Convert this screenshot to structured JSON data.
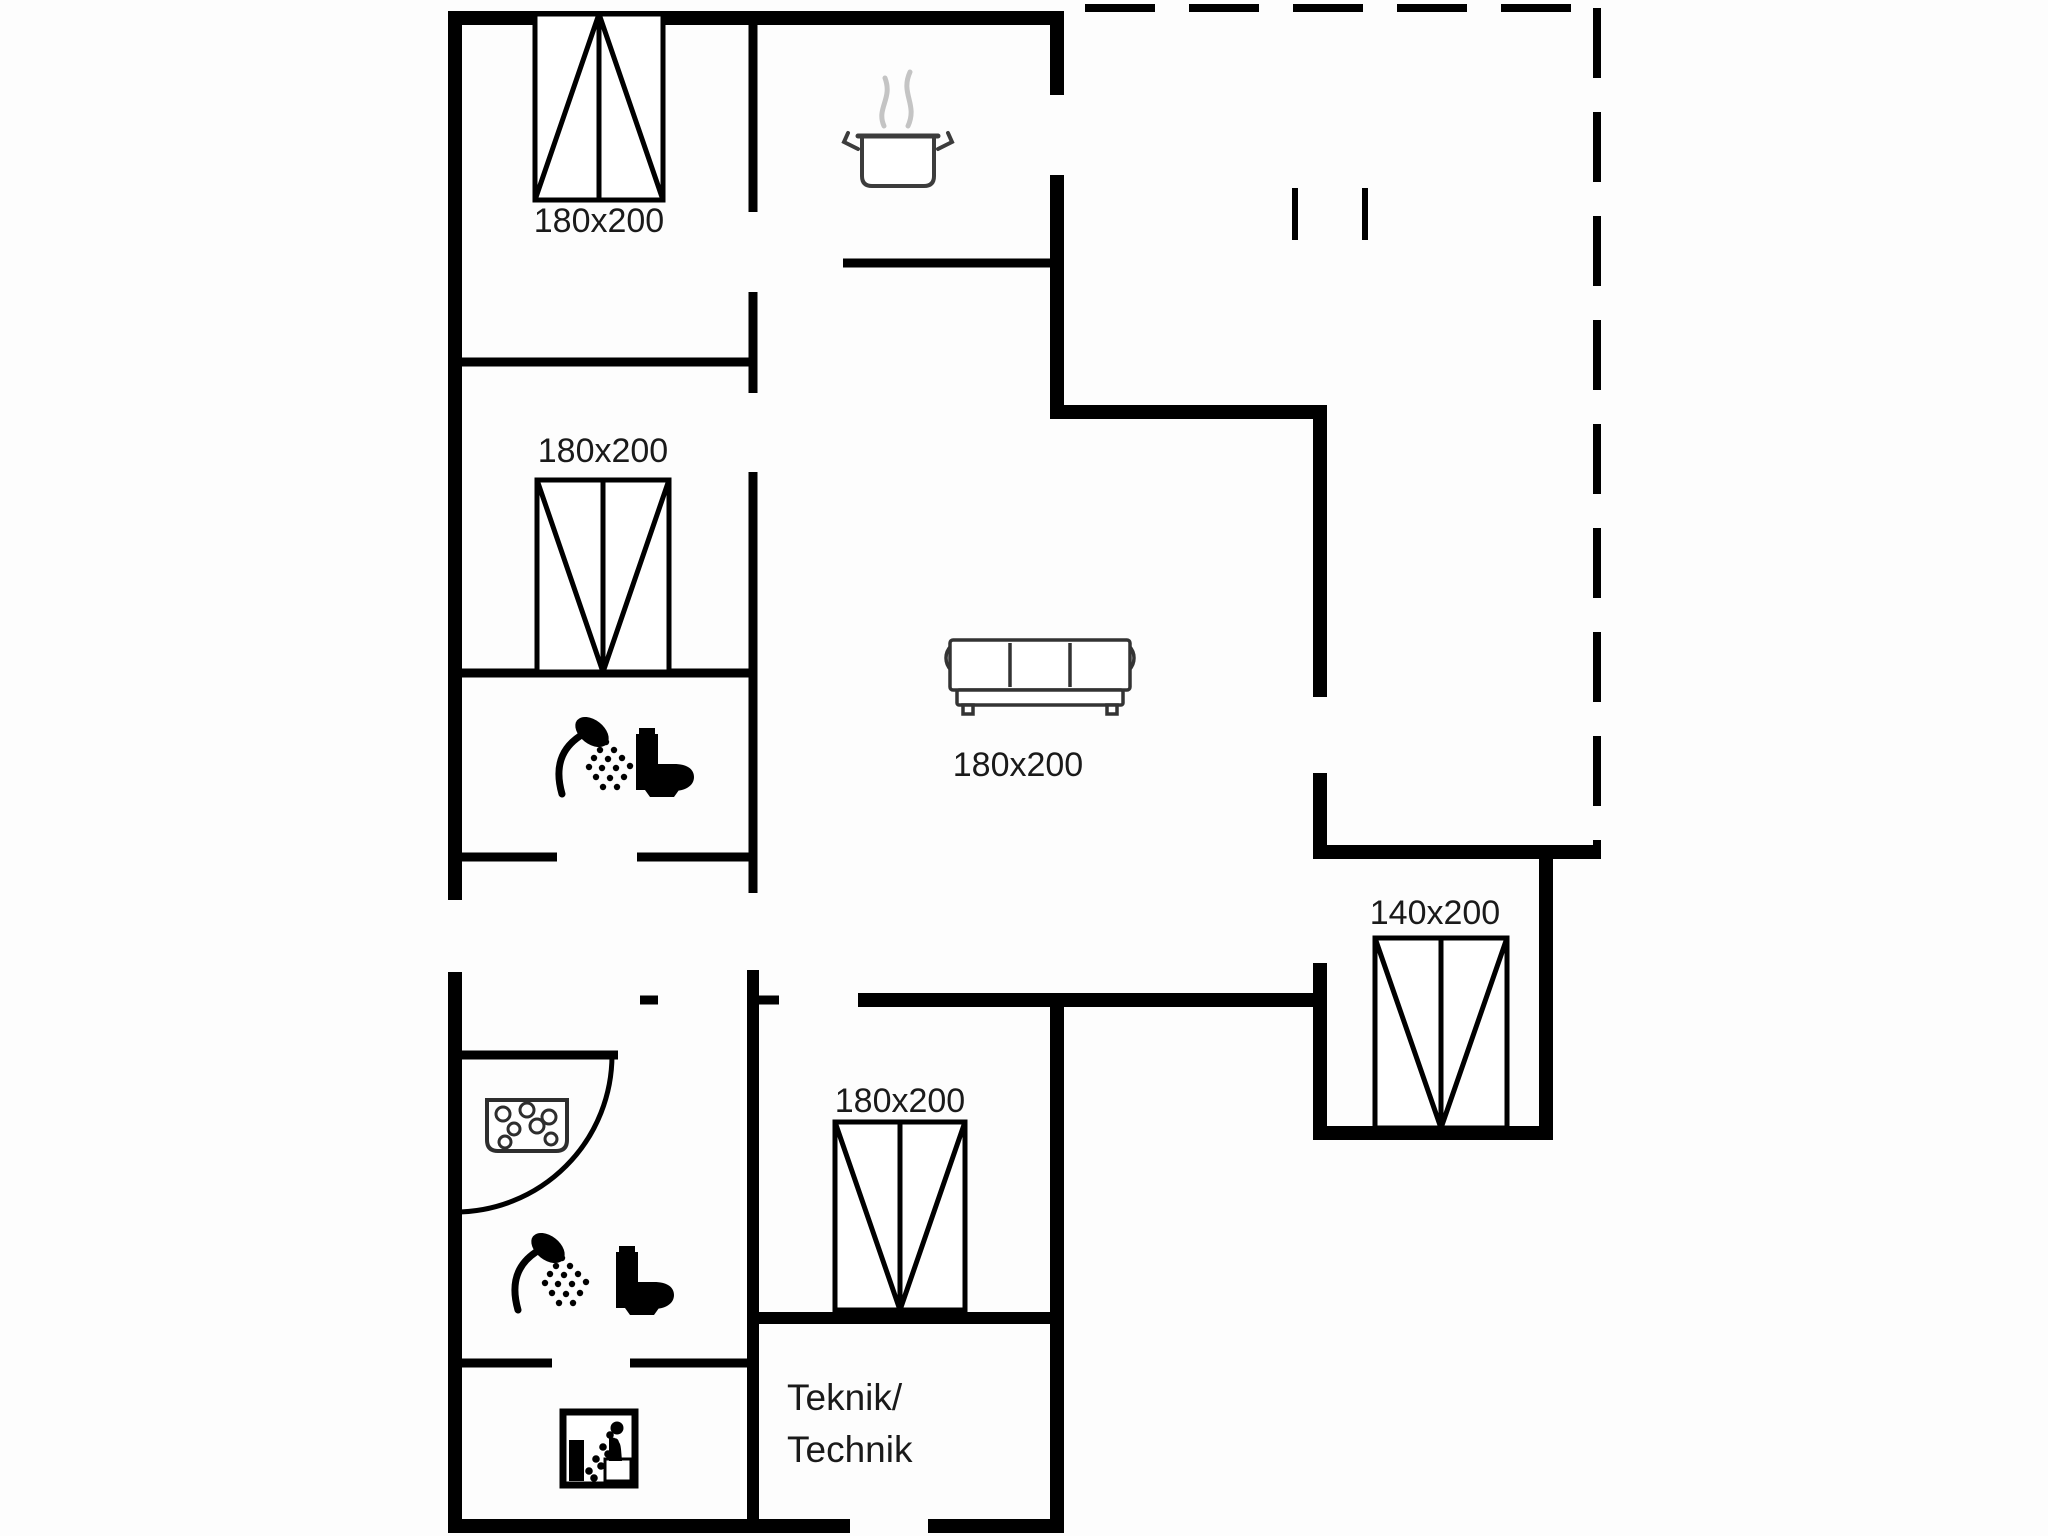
{
  "plan": {
    "type": "floor-plan",
    "bed_labels": {
      "bedroom_top_left": "180x200",
      "bedroom_mid_left": "180x200",
      "living_room_sofa_bed": "180x200",
      "bedroom_bottom": "180x200",
      "bedroom_right": "140x200"
    },
    "room_labels": {
      "technic_line1": "Teknik/",
      "technic_line2": "Technik"
    },
    "icons": [
      "double-bed",
      "double-bed",
      "double-bed",
      "double-bed",
      "cooking-pot",
      "sofa",
      "shower",
      "toilet",
      "spa-tub",
      "shower",
      "toilet",
      "sauna",
      "corner-shower-arc",
      "terrace-dashed-boundary",
      "terrace-door-ticks"
    ],
    "colors": {
      "wall": "#000000",
      "icon": "#3c3c3c",
      "steam": "#c4c4c4",
      "label": "#1a1a1a",
      "background": "#ffffff"
    }
  }
}
